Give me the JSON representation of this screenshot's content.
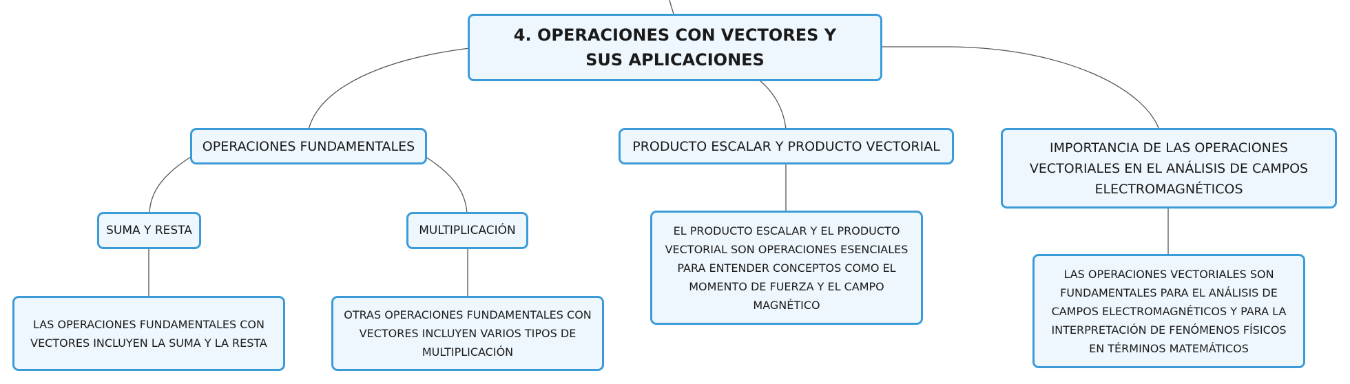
{
  "diagram": {
    "root": {
      "title": "4. OPERACIONES CON VECTORES Y SUS APLICACIONES"
    },
    "branches": {
      "fundamentales": {
        "label": "OPERACIONES FUNDAMENTALES",
        "suma": {
          "label": "SUMA Y RESTA",
          "detail": "LAS OPERACIONES FUNDAMENTALES CON VECTORES INCLUYEN LA SUMA Y LA RESTA"
        },
        "multiplicacion": {
          "label": "MULTIPLICACIÓN",
          "detail": "OTRAS OPERACIONES FUNDAMENTALES CON VECTORES INCLUYEN VARIOS TIPOS DE MULTIPLICACIÓN"
        }
      },
      "producto": {
        "label": "PRODUCTO ESCALAR Y PRODUCTO VECTORIAL",
        "detail": "EL PRODUCTO ESCALAR Y EL PRODUCTO VECTORIAL SON OPERACIONES ESENCIALES PARA ENTENDER CONCEPTOS COMO EL MOMENTO DE FUERZA Y EL CAMPO MAGNÉTICO"
      },
      "importancia": {
        "label": "IMPORTANCIA DE LAS OPERACIONES VECTORIALES EN EL ANÁLISIS DE CAMPOS ELECTROMAGNÉTICOS",
        "detail": "LAS OPERACIONES VECTORIALES SON FUNDAMENTALES PARA EL ANÁLISIS DE CAMPOS ELECTROMAGNÉTICOS Y PARA LA INTERPRETACIÓN DE FENÓMENOS FÍSICOS EN TÉRMINOS MATEMÁTICOS"
      }
    },
    "colors": {
      "border": "#3b9bd9",
      "fill": "#eef7fd",
      "connector": "#555555"
    }
  }
}
